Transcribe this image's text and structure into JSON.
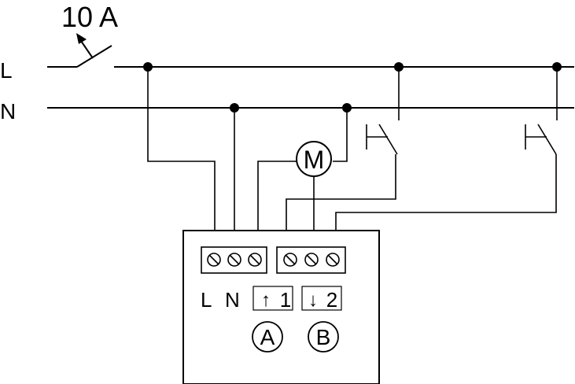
{
  "rating_label": "10 A",
  "lines": {
    "live": "L",
    "neutral": "N"
  },
  "motor_label": "M",
  "terminals": {
    "l_label": "L",
    "n_label": "N",
    "up_arrow": "↑",
    "up_number": "1",
    "down_arrow": "↓",
    "down_number": "2"
  },
  "channels": {
    "a": "A",
    "b": "B"
  }
}
